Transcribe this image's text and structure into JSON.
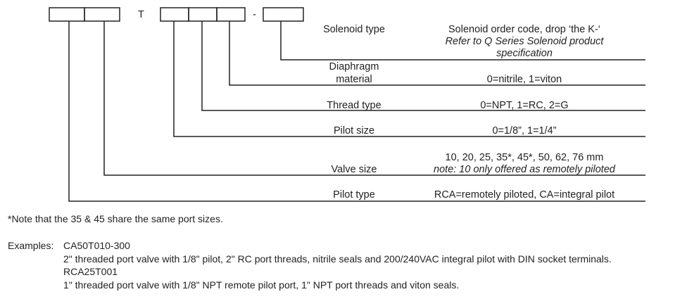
{
  "code": {
    "separator_t": "T",
    "separator_dash": "-"
  },
  "fields": [
    {
      "id": "solenoid-type",
      "name": "Solenoid type",
      "desc": [
        "Solenoid order code, drop ‘the K-‘"
      ],
      "desc_italic": [
        "Refer to Q Series Solenoid product",
        "specification"
      ]
    },
    {
      "id": "diaphragm-material",
      "name_lines": [
        "Diaphragm",
        "material"
      ],
      "desc": [
        "0=nitrile, 1=viton"
      ]
    },
    {
      "id": "thread-type",
      "name": "Thread type",
      "desc": [
        "0=NPT, 1=RC, 2=G"
      ]
    },
    {
      "id": "pilot-size",
      "name": "Pilot size",
      "desc": [
        "0=1/8”, 1=1/4”"
      ]
    },
    {
      "id": "valve-size",
      "name": "Valve size",
      "desc": [
        "10,  20, 25, 35*, 45*, 50, 62, 76 mm"
      ],
      "desc_italic": [
        "note: 10 only offered as remotely piloted"
      ]
    },
    {
      "id": "pilot-type",
      "name": "Pilot type",
      "desc": [
        "RCA=remotely piloted, CA=integral pilot"
      ]
    }
  ],
  "note": "*Note that the 35 & 45 share the same port sizes.",
  "examples": {
    "label": "Examples:",
    "lines": [
      "CA50T010-300",
      "2\" threaded port valve with 1/8\" pilot, 2\" RC port threads, nitrile seals and 200/240VAC integral pilot with DIN socket terminals.",
      "RCA25T001",
      "1\" threaded port valve with 1/8\" NPT remote pilot port, 1\" NPT port threads and viton seals."
    ]
  }
}
